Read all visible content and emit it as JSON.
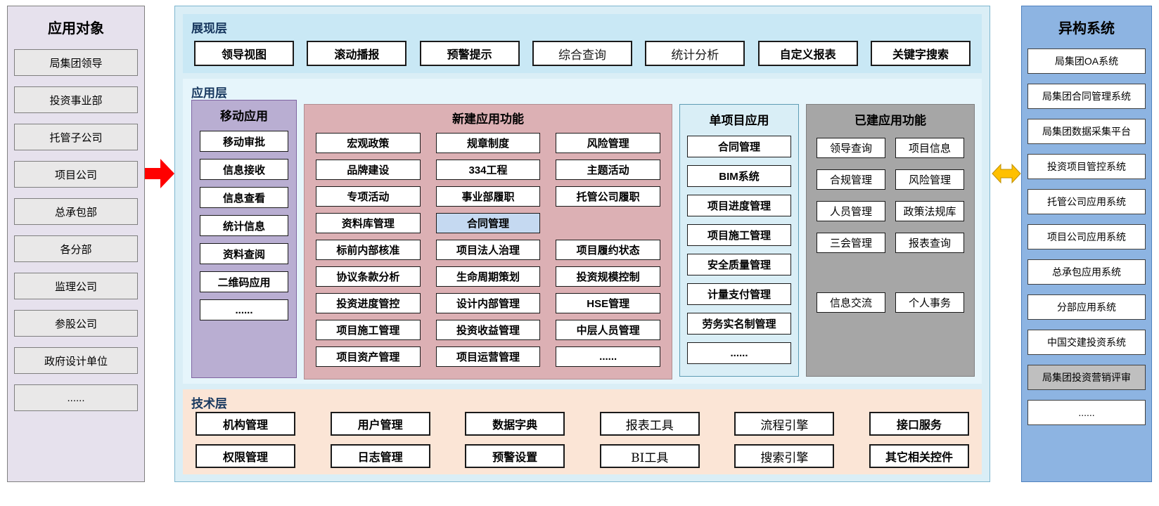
{
  "colors": {
    "left_panel_bg": "#E6E1ED",
    "left_item_bg": "#E9E8E8",
    "middle_bg": "#DAEEF6",
    "presentation_bg": "#C9E8F5",
    "application_bg": "#E6F5FB",
    "mobile_bg": "#B9AED2",
    "new_functions_bg": "#DCB0B4",
    "single_project_bg": "#D9EEF6",
    "built_functions_bg": "#A6A6A6",
    "technology_bg": "#FBE5D6",
    "right_panel_bg": "#8DB4E2",
    "highlight_item_bg": "#C5D9F1",
    "gray_item_bg": "#BFBFBF",
    "red_arrow": "#FF0000",
    "yellow_arrow": "#FFC000",
    "layer_title_color": "#17375E"
  },
  "left_panel": {
    "title": "应用对象",
    "items": [
      "局集团领导",
      "投资事业部",
      "托管子公司",
      "项目公司",
      "总承包部",
      "各分部",
      "监理公司",
      "参股公司",
      "政府设计单位",
      "......"
    ]
  },
  "presentation_layer": {
    "title": "展现层",
    "items": [
      "领导视图",
      "滚动播报",
      "预警提示",
      "综合查询",
      "统计分析",
      "自定义报表",
      "关键字搜索"
    ]
  },
  "application_layer": {
    "title": "应用层",
    "mobile": {
      "title": "移动应用",
      "items": [
        "移动审批",
        "信息接收",
        "信息查看",
        "统计信息",
        "资料查阅",
        "二维码应用",
        "......"
      ]
    },
    "new_functions": {
      "title": "新建应用功能",
      "highlighted_item": "合同管理",
      "rows": [
        [
          "宏观政策",
          "规章制度",
          "风险管理"
        ],
        [
          "品牌建设",
          "334工程",
          "主题活动"
        ],
        [
          "专项活动",
          "事业部履职",
          "托管公司履职"
        ],
        [
          "资料库管理",
          "合同管理",
          ""
        ],
        [
          "标前内部核准",
          "项目法人治理",
          "项目履约状态"
        ],
        [
          "协议条款分析",
          "生命周期策划",
          "投资规模控制"
        ],
        [
          "投资进度管控",
          "设计内部管理",
          "HSE管理"
        ],
        [
          "项目施工管理",
          "投资收益管理",
          "中层人员管理"
        ],
        [
          "项目资产管理",
          "项目运营管理",
          "......"
        ]
      ]
    },
    "single_project": {
      "title": "单项目应用",
      "items": [
        "合同管理",
        "BIM系统",
        "项目进度管理",
        "项目施工管理",
        "安全质量管理",
        "计量支付管理",
        "劳务实名制管理",
        "......"
      ]
    },
    "built_functions": {
      "title": "已建应用功能",
      "rows": [
        [
          "领导查询",
          "项目信息"
        ],
        [
          "合规管理",
          "风险管理"
        ],
        [
          "人员管理",
          "政策法规库"
        ],
        [
          "三会管理",
          "报表查询"
        ]
      ],
      "bottom_row": [
        "信息交流",
        "个人事务"
      ]
    }
  },
  "technology_layer": {
    "title": "技术层",
    "row1": [
      "机构管理",
      "用户管理",
      "数据字典",
      "报表工具",
      "流程引擎",
      "接口服务"
    ],
    "row2": [
      "权限管理",
      "日志管理",
      "预警设置",
      "BI工具",
      "搜索引擎",
      "其它相关控件"
    ]
  },
  "right_panel": {
    "title": "异构系统",
    "gray_item": "局集团投资营销评审",
    "items": [
      "局集团OA系统",
      "局集团合同管理系统",
      "局集团数据采集平台",
      "投资项目管控系统",
      "托管公司应用系统",
      "项目公司应用系统",
      "总承包应用系统",
      "分部应用系统",
      "中国交建投资系统",
      "局集团投资营销评审",
      "......"
    ]
  }
}
